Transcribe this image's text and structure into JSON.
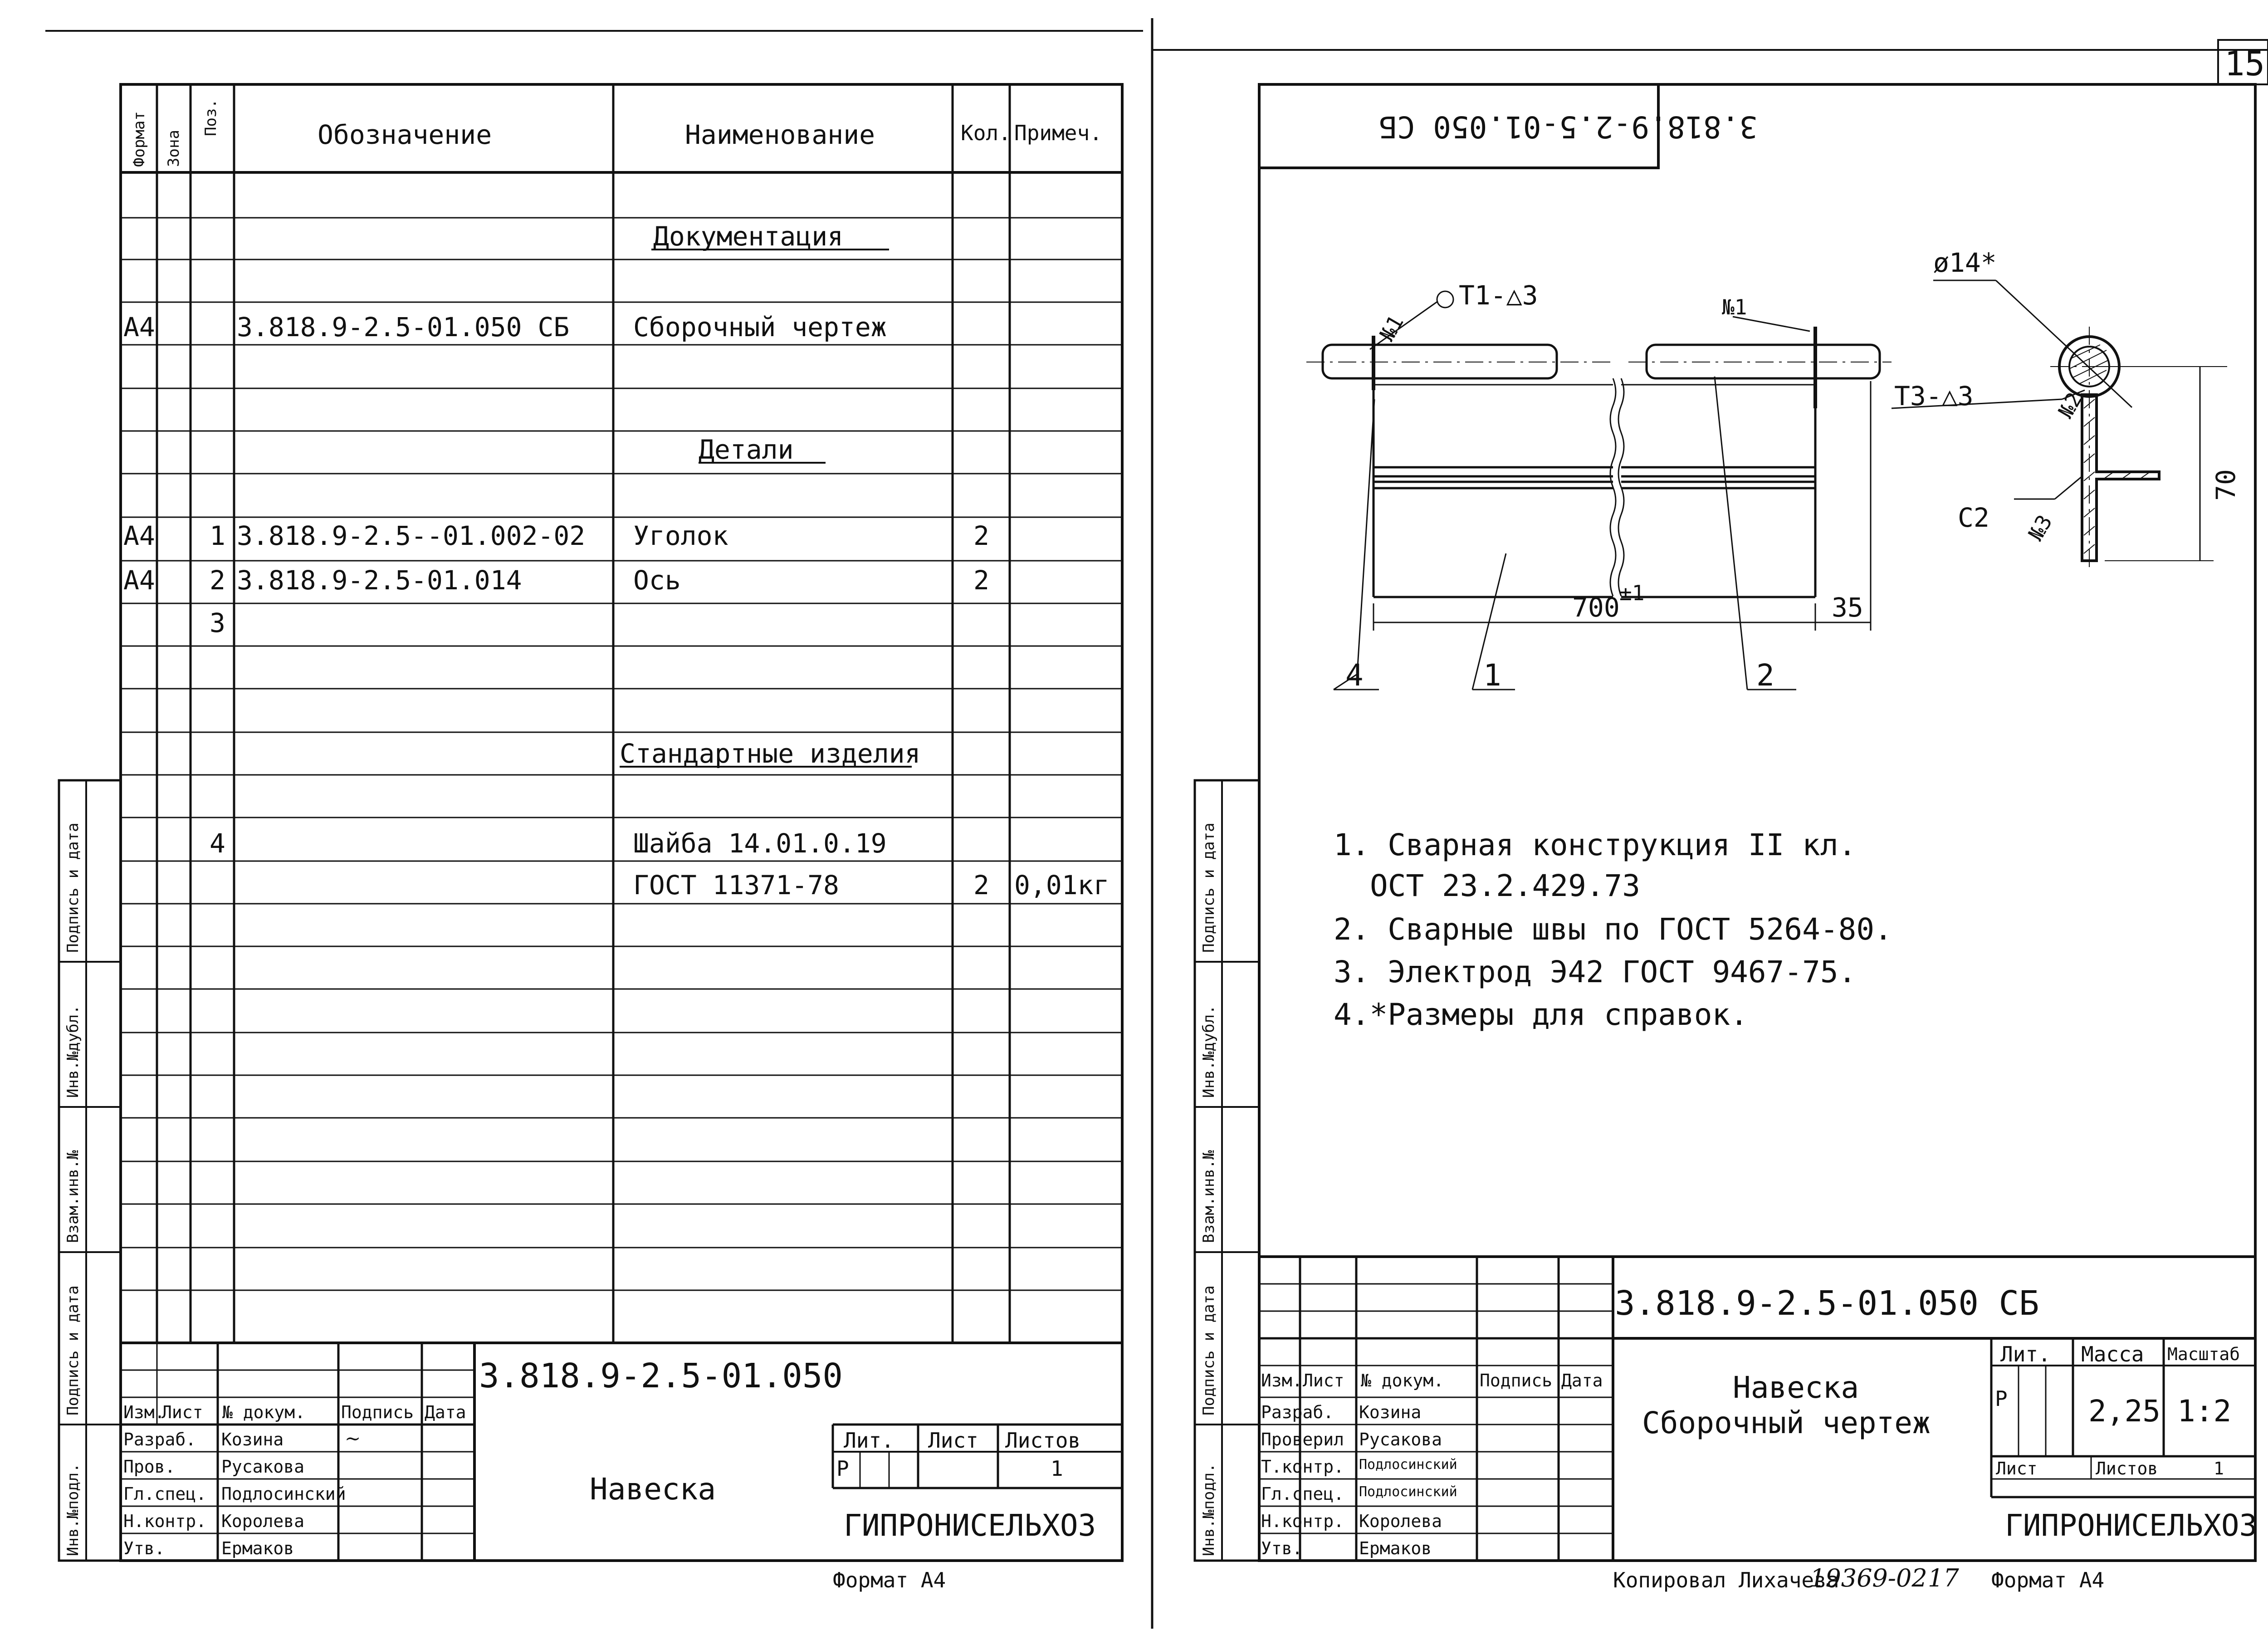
{
  "page_number": "15",
  "left_sheet": {
    "header": {
      "format": "Формат",
      "zone": "Зона",
      "pos": "Поз.",
      "designation": "Обозначение",
      "name": "Наименование",
      "qty": "Кол.",
      "note": "Примеч."
    },
    "rows": {
      "section_docs": "Документация",
      "r1": {
        "format": "А4",
        "designation": "3.818.9-2.5-01.050 СБ",
        "name": "Сборочный чертеж"
      },
      "section_details": "Детали",
      "r2": {
        "format": "А4",
        "pos": "1",
        "designation": "3.818.9-2.5--01.002-02",
        "name": "Уголок",
        "qty": "2"
      },
      "r3": {
        "format": "А4",
        "pos": "2",
        "designation": "3.818.9-2.5-01.014",
        "name": "Ось",
        "qty": "2"
      },
      "r4": {
        "pos": "3"
      },
      "section_std": "Стандартные изделия",
      "r5": {
        "pos": "4",
        "name": "Шайба 14.01.0.19"
      },
      "r6": {
        "name": "ГОСТ 11371-78",
        "qty": "2",
        "note": "0,01кг"
      }
    },
    "side_stamp": [
      "Инв.№подл.",
      "Подпись и дата",
      "Взам.инв.№",
      "Инв.№дубл.",
      "Подпись и дата"
    ],
    "title_block": {
      "code": "3.818.9-2.5-01.050",
      "cols": {
        "izm": "Изм.",
        "list": "Лист",
        "ndoc": "№ докум.",
        "sign": "Подпись",
        "date": "Дата"
      },
      "roles": [
        "Разраб.",
        "Пров.",
        "Гл.спец.",
        "Н.контр.",
        "Утв."
      ],
      "names": [
        "Козина",
        "Русакова",
        "Подлосинский",
        "Королева",
        "Ермаков"
      ],
      "title": "Навеска",
      "lit_label": "Лит.",
      "sheet_label": "Лист",
      "sheets_label": "Листов",
      "lit_value": "Р",
      "sheets_value": "1",
      "org": "ГИПРОНИСЕЛЬХОЗ"
    },
    "format_label": "Формат А4"
  },
  "right_sheet": {
    "rotated_code": "3.818.9-2.5-01.050 СБ",
    "drawing": {
      "weld_t1": "Т1-△3",
      "weld_t3": "Т3-△3",
      "mark_n1_left": "№1",
      "mark_n1": "№1",
      "mark_n2": "№2",
      "mark_n3": "№3",
      "diameter": "ø14*",
      "dim_700": "700",
      "dim_tol": "±1",
      "dim_35": "35",
      "dim_70": "70",
      "c2": "С2",
      "leader_4": "4",
      "leader_1": "1",
      "leader_2": "2"
    },
    "notes": [
      "1. Сварная конструкция II кл.",
      "ОСТ 23.2.429.73",
      "2. Сварные швы по ГОСТ 5264-80.",
      "3. Электрод Э42 ГОСТ 9467-75.",
      "4.*Размеры для справок."
    ],
    "side_stamp": [
      "Инв.№подл.",
      "Подпись и дата",
      "Взам.инв.№",
      "Инв.№дубл.",
      "Подпись и дата"
    ],
    "title_block": {
      "code": "3.818.9-2.5-01.050 СБ",
      "cols": {
        "izm": "Изм.",
        "list": "Лист",
        "ndoc": "№ докум.",
        "sign": "Подпись",
        "date": "Дата"
      },
      "roles": [
        "Разраб.",
        "Проверил",
        "Т.контр.",
        "Гл.спец.",
        "Н.контр.",
        "Утв."
      ],
      "names": [
        "Козина",
        "Русакова",
        "Подлосинский",
        "Подлосинский",
        "Королева",
        "Ермаков"
      ],
      "title_1": "Навеска",
      "title_2": "Сборочный чертеж",
      "lit_label": "Лит.",
      "mass_label": "Масса",
      "scale_label": "Масштаб",
      "lit_value": "Р",
      "mass_value": "2,25",
      "scale_value": "1:2",
      "sheet_label": "Лист",
      "sheets_label": "Листов",
      "sheets_value": "1",
      "org": "ГИПРОНИСЕЛЬХОЗ"
    },
    "copied_by": "Копировал Лихачева",
    "order_no": "19369-02",
    "order_page": "17",
    "format_label": "Формат А4"
  }
}
